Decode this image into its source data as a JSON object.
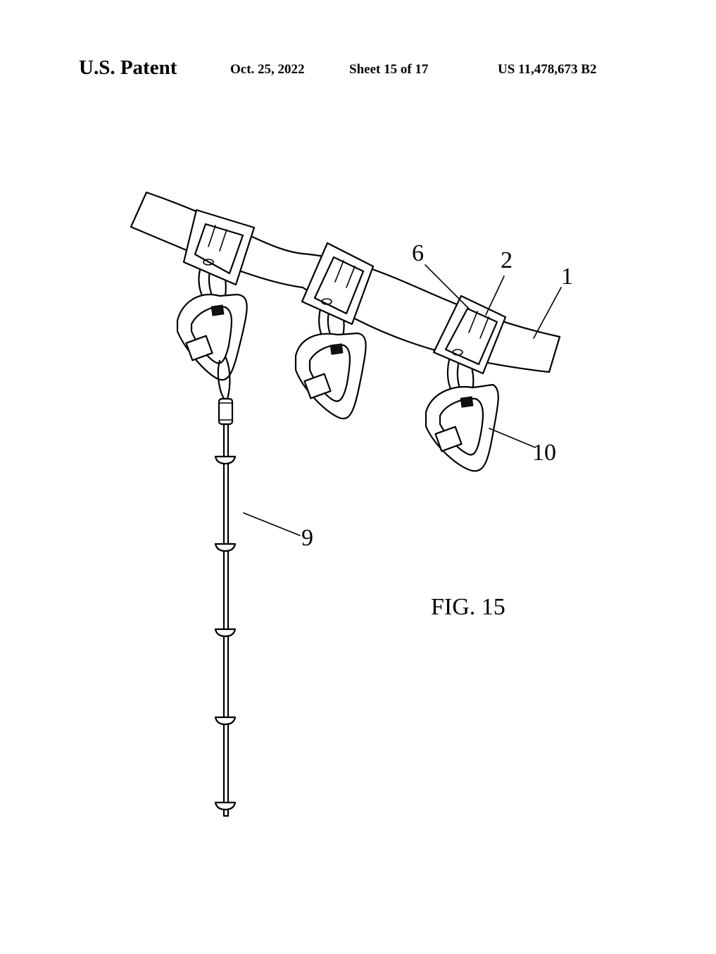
{
  "header": {
    "left": "U.S. Patent",
    "date": "Oct. 25, 2022",
    "sheet": "Sheet 15 of 17",
    "patent_number": "US 11,478,673 B2"
  },
  "figure": {
    "caption": "FIG. 15",
    "reference_labels": {
      "strap": "1",
      "loop": "2",
      "buckle": "6",
      "cord": "9",
      "carabiner": "10"
    }
  }
}
